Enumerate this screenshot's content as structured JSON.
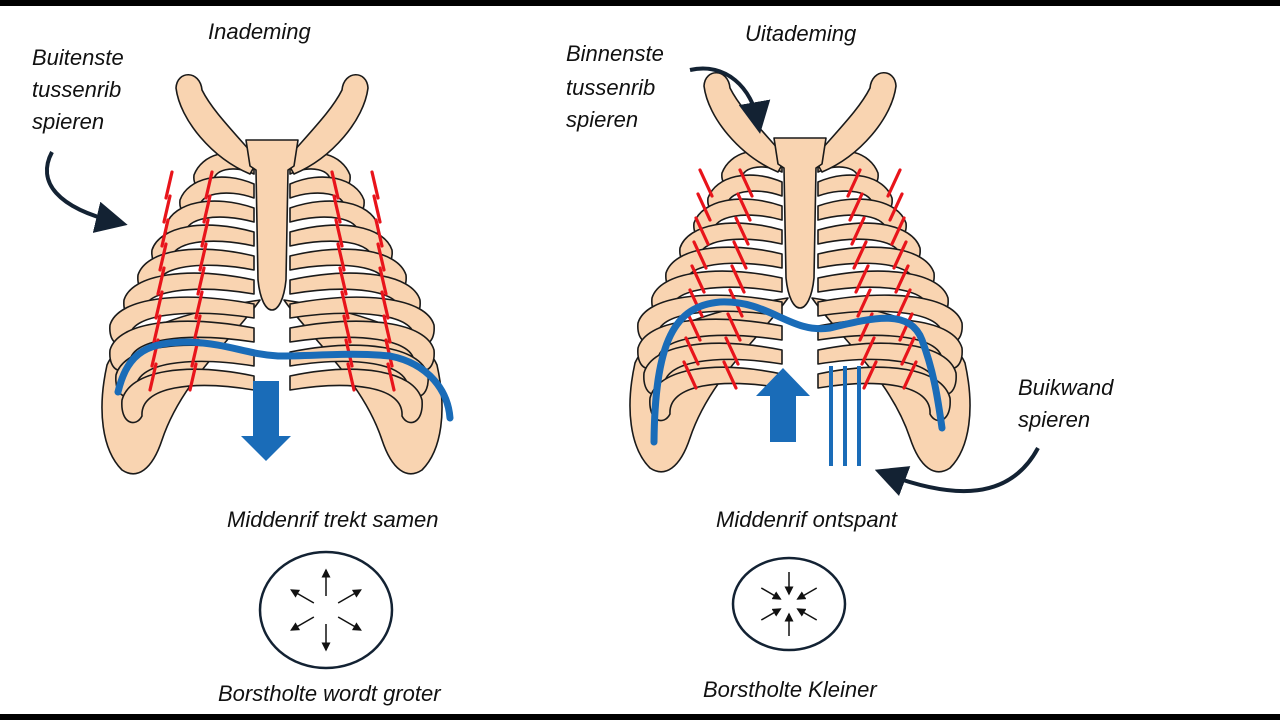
{
  "inhale": {
    "title": "Inademing",
    "muscle_label": [
      "Buitenste",
      "tussenrib",
      "spieren"
    ],
    "diaphragm_caption": "Middenrif trekt samen",
    "cavity_caption": "Borstholte wordt groter"
  },
  "exhale": {
    "title": "Uitademing",
    "muscle_label": [
      "Binnenste",
      "tussenrib",
      "spieren"
    ],
    "abdominal_label": [
      "Buikwand",
      "spieren"
    ],
    "diaphragm_caption": "Middenrif ontspant",
    "cavity_caption": "Borstholte Kleiner"
  },
  "colors": {
    "bone": "#f9d4b1",
    "bone_outline": "#1a1a1a",
    "muscle": "#e8141b",
    "diaphragm": "#1a6cb8",
    "arrow": "#1a6cb8",
    "pointer": "#132233"
  },
  "icons": {
    "inhale_arrow": "down-arrow-icon",
    "exhale_arrow": "up-arrow-icon",
    "abdominal_force": "parallel-lines-icon",
    "expanding_cavity": "outward-arrows-icon",
    "shrinking_cavity": "inward-arrows-icon"
  }
}
